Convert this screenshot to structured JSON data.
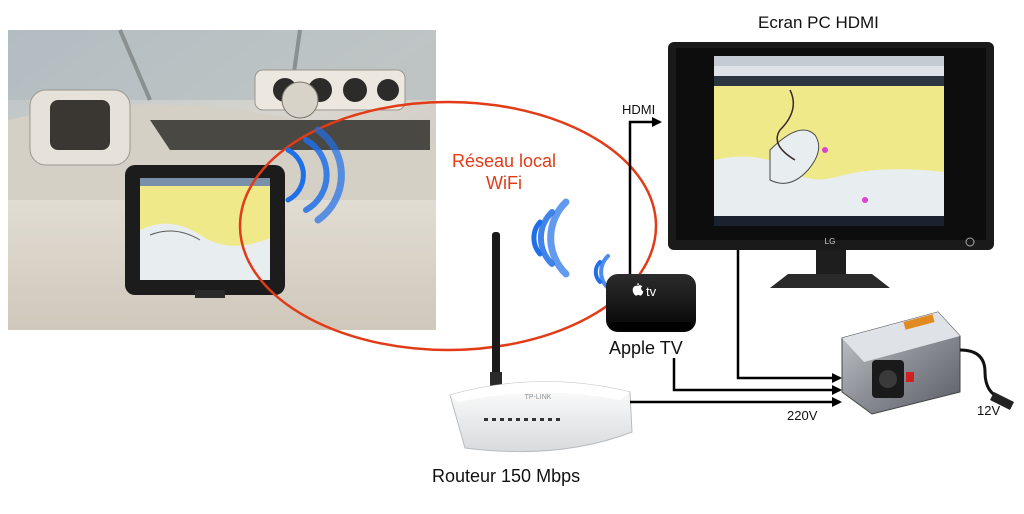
{
  "labels": {
    "screen_title": "Ecran PC HDMI",
    "wifi_line1": "Réseau local",
    "wifi_line2": "WiFi",
    "hdmi": "HDMI",
    "apple_tv": "Apple TV",
    "apple_tv_logo": "tv",
    "router": "Routeur 150 Mbps",
    "v220": "220V",
    "v12": "12V"
  },
  "devices": {
    "monitor_brand": "LG",
    "router_brand": "TP-LINK"
  },
  "colors": {
    "wifi_ellipse": "#e23b17",
    "wifi_text": "#e23b17",
    "wifi_waves": "#1f6fe8",
    "arrows": "#000000",
    "chart_land": "#f0e98a",
    "chart_sea": "#e8eef0"
  },
  "icons": [
    "wifi-waves-icon",
    "apple-logo-icon",
    "antenna-icon"
  ]
}
